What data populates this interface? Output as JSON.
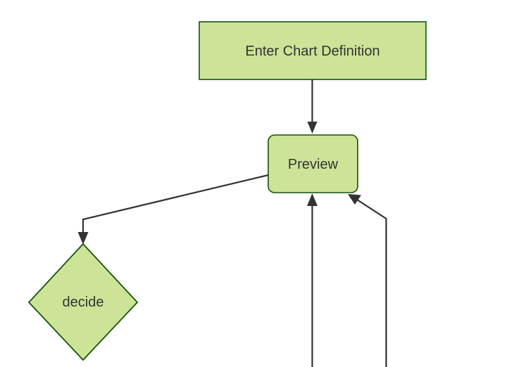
{
  "diagram": {
    "type": "flowchart",
    "direction": "top-down",
    "background_color": "#ffffff",
    "node_fill_color": "#cde498",
    "node_stroke_color": "#13540c",
    "edge_color": "#333333",
    "label_color": "#333333",
    "nodes": [
      {
        "id": "enter-chart-definition",
        "label": "Enter Chart Definition",
        "shape": "rectangle"
      },
      {
        "id": "preview",
        "label": "Preview",
        "shape": "rounded-rectangle"
      },
      {
        "id": "decide",
        "label": "decide",
        "shape": "diamond"
      }
    ],
    "edges": [
      {
        "from": "enter-chart-definition",
        "to": "preview",
        "label": ""
      },
      {
        "from": "preview",
        "to": "decide",
        "label": ""
      },
      {
        "from": "offscreen-bottom-center",
        "to": "preview",
        "label": ""
      },
      {
        "from": "offscreen-bottom-right",
        "to": "preview",
        "label": ""
      }
    ]
  }
}
